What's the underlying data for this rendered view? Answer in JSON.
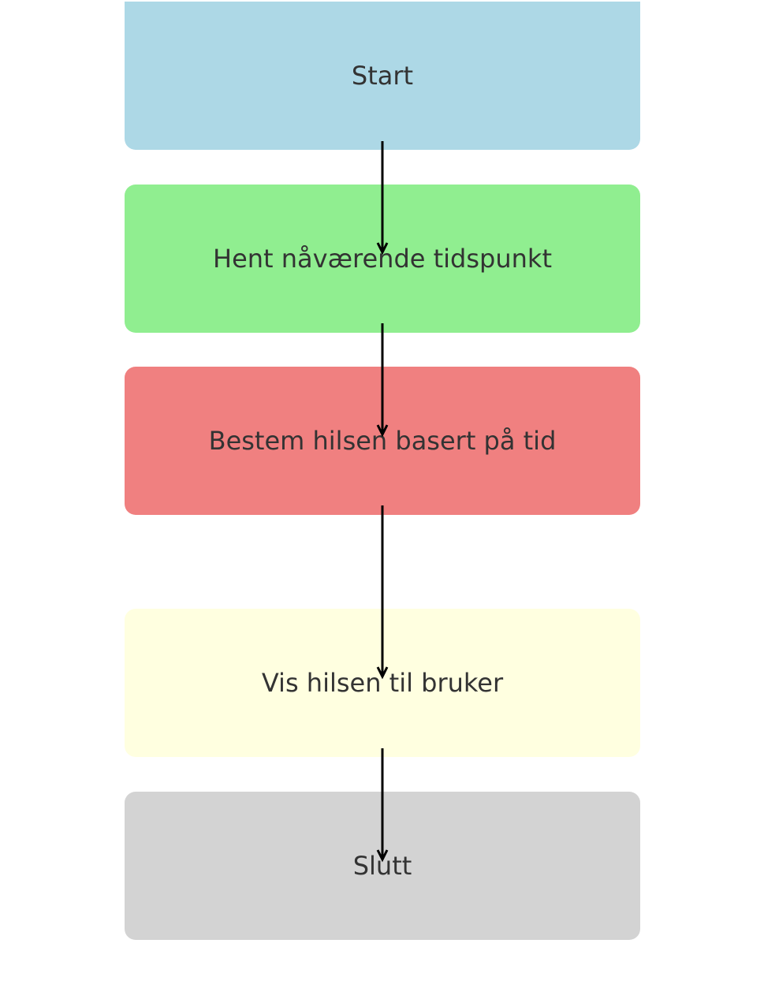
{
  "flowchart": {
    "steps": [
      {
        "label": "Start",
        "color": "#ADD8E6"
      },
      {
        "label": "Hent nåværende tidspunkt",
        "color": "#90EE90"
      },
      {
        "label": "Bestem hilsen basert på tid",
        "color": "#F08080"
      },
      {
        "label": "Vis hilsen til bruker",
        "color": "#FFFFE0"
      },
      {
        "label": "Slutt",
        "color": "#D3D3D3"
      }
    ],
    "arrow_color": "#000000"
  }
}
